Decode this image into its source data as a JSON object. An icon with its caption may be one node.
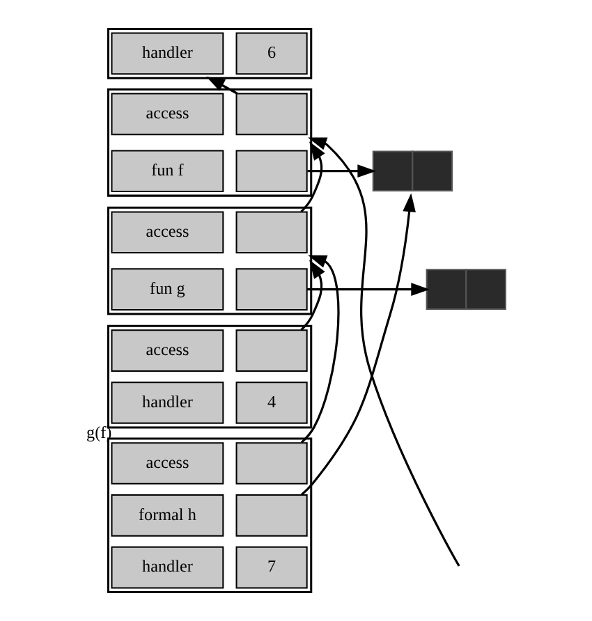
{
  "diagram": {
    "nodes": [
      {
        "text": [],
        "shape": "box"
      },
      {
        "text": [
          "handler"
        ],
        "in": 0
      },
      {
        "text": [
          "6"
        ],
        "in": 0
      },
      {
        "text": [],
        "shape": "box"
      },
      {
        "text": [
          "access"
        ],
        "in": 3
      },
      {
        "text": [],
        "shape": "box",
        "in": 3
      },
      {
        "text": [
          "fun f"
        ],
        "in": 3
      },
      {
        "text": [],
        "shape": "box",
        "in": 3
      },
      {
        "text": [],
        "shape": "box"
      },
      {
        "text": [
          "access"
        ],
        "in": 8
      },
      {
        "text": [],
        "shape": "box",
        "in": 8
      },
      {
        "text": [
          "fun g"
        ],
        "in": 8
      },
      {
        "text": [],
        "shape": "box",
        "in": 8
      },
      {
        "text": [],
        "shape": "box"
      },
      {
        "text": [
          "access"
        ],
        "in": 13
      },
      {
        "text": [],
        "shape": "box",
        "in": 13
      },
      {
        "text": [
          "handler"
        ],
        "in": 13
      },
      {
        "text": [
          "4"
        ],
        "in": 13
      },
      {
        "text": [],
        "shape": "box",
        "beside": [
          "g(f)"
        ]
      },
      {
        "text": [
          "access"
        ],
        "in": 18
      },
      {
        "text": [],
        "shape": "box",
        "in": 18
      },
      {
        "text": [
          "formal h"
        ],
        "in": 18
      },
      {
        "text": [],
        "shape": "box",
        "in": 18
      },
      {
        "text": [
          "handler"
        ],
        "in": 18
      },
      {
        "text": [
          "7"
        ],
        "in": 18
      },
      {
        "text": [],
        "shape": "box"
      },
      {
        "text": [],
        "shape": "box"
      }
    ],
    "edges": [
      {
        "from": 5,
        "to": 0,
        "arrow": "to"
      },
      {
        "from": 7,
        "to": 25,
        "arrow": "to"
      },
      {
        "from": 10,
        "to": 3,
        "arrow": "to"
      },
      {
        "from": 12,
        "to": 26,
        "arrow": "to"
      },
      {
        "from": 15,
        "to": 8,
        "arrow": "to"
      },
      {
        "from": 20,
        "to": 8,
        "arrow": "to"
      },
      {
        "from": 22,
        "to": 25,
        "arrow": "to"
      },
      {
        "from": null,
        "to": 3,
        "arrow": "to"
      }
    ]
  }
}
